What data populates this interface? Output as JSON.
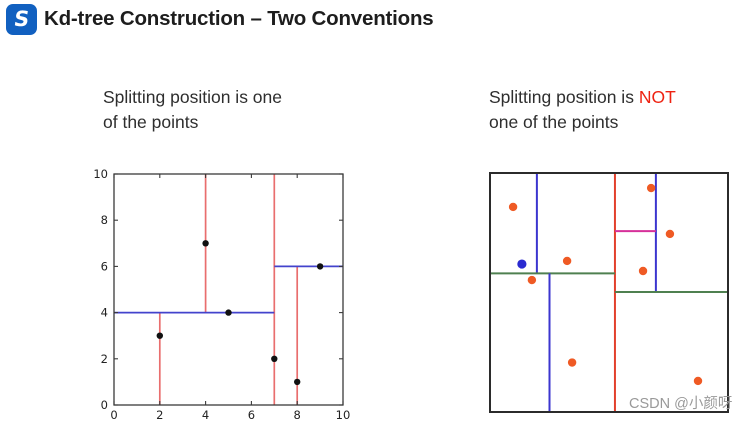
{
  "header": {
    "title": "Kd-tree Construction – Two Conventions",
    "logo_letter": "S",
    "logo_color": "#1160c0"
  },
  "captions": {
    "left_line1": "Splitting position is one",
    "left_line2": "of the points",
    "right_pre": "Splitting position is ",
    "right_not": "NOT",
    "right_line2": "one of the points",
    "not_color": "#ee2211"
  },
  "watermark": "CSDN @小颜呀",
  "chart_data": [
    {
      "name": "left-kdtree-plot",
      "type": "scatter",
      "title": "",
      "xlabel": "",
      "ylabel": "",
      "xlim": [
        0,
        10
      ],
      "ylim": [
        0,
        10
      ],
      "xticks": [
        0,
        2,
        4,
        6,
        8,
        10
      ],
      "yticks": [
        0,
        2,
        4,
        6,
        8,
        10
      ],
      "grid": false,
      "points": [
        [
          2,
          3
        ],
        [
          4,
          7
        ],
        [
          5,
          4
        ],
        [
          7,
          2
        ],
        [
          8,
          1
        ],
        [
          9,
          6
        ]
      ],
      "point_color": "#111111",
      "frame_color": "#3a3a3a",
      "tick_label_color": "#222222",
      "split_segments": [
        {
          "orient": "v",
          "pos": 7,
          "from": 0,
          "to": 10,
          "color": "#e96e6e"
        },
        {
          "orient": "v",
          "pos": 2,
          "from": 0,
          "to": 4,
          "color": "#e96e6e"
        },
        {
          "orient": "v",
          "pos": 4,
          "from": 4,
          "to": 10,
          "color": "#e96e6e"
        },
        {
          "orient": "v",
          "pos": 8,
          "from": 0,
          "to": 6,
          "color": "#e96e6e"
        },
        {
          "orient": "h",
          "pos": 4,
          "from": 0,
          "to": 7,
          "color": "#4343cc"
        },
        {
          "orient": "h",
          "pos": 6,
          "from": 7,
          "to": 10,
          "color": "#4343cc"
        }
      ]
    },
    {
      "name": "right-kdtree-plot",
      "type": "scatter",
      "title": "",
      "coords": "fraction of box, origin top-left",
      "border_color": "#2b2b2b",
      "split_segments": [
        {
          "orient": "v",
          "pos": 0.525,
          "from": 0,
          "to": 1,
          "color": "#e2402c"
        },
        {
          "orient": "v",
          "pos": 0.197,
          "from": 0,
          "to": 0.42,
          "color": "#3b35cf"
        },
        {
          "orient": "h",
          "pos": 0.42,
          "from": 0,
          "to": 0.525,
          "color": "#4f8050"
        },
        {
          "orient": "v",
          "pos": 0.25,
          "from": 0.42,
          "to": 1,
          "color": "#3b35cf"
        },
        {
          "orient": "v",
          "pos": 0.697,
          "from": 0,
          "to": 0.498,
          "color": "#3b35cf"
        },
        {
          "orient": "h",
          "pos": 0.243,
          "from": 0.525,
          "to": 0.697,
          "color": "#d6309a"
        },
        {
          "orient": "h",
          "pos": 0.498,
          "from": 0.525,
          "to": 1,
          "color": "#4f8050"
        }
      ],
      "orange_points": [
        [
          0.097,
          0.142
        ],
        [
          0.324,
          0.368
        ],
        [
          0.176,
          0.448
        ],
        [
          0.345,
          0.793
        ],
        [
          0.677,
          0.063
        ],
        [
          0.756,
          0.255
        ],
        [
          0.643,
          0.41
        ],
        [
          0.874,
          0.87
        ]
      ],
      "blue_point": [
        0.134,
        0.381
      ],
      "orange_color": "#ef5a24",
      "blue_color": "#2a2ad0"
    }
  ]
}
